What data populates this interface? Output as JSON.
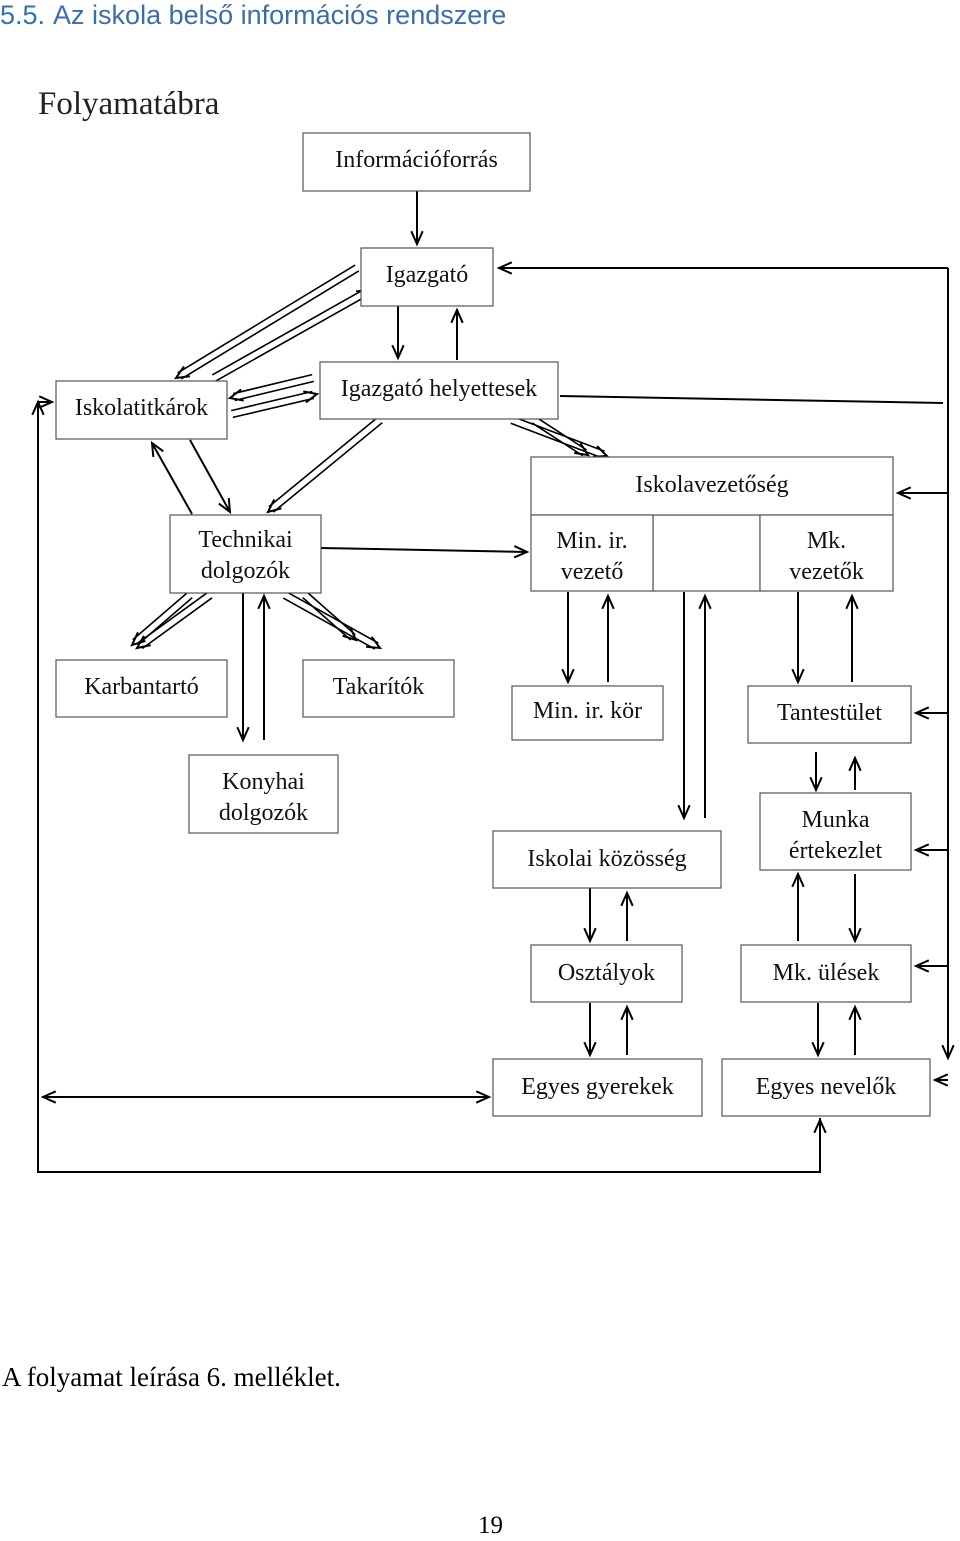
{
  "heading": {
    "number": "5.5.",
    "title": "Az iskola belső információs rendszere"
  },
  "subheading": "Folyamatábra",
  "footnote": "A folyamat leírása 6. melléklet.",
  "page_number": "19",
  "nodes": {
    "informacioforras": [
      "Információforrás"
    ],
    "igazgato": [
      "Igazgató"
    ],
    "iskolatitkarok": [
      "Iskolatitkárok"
    ],
    "igazgato_helyettesek": [
      "Igazgató helyettesek"
    ],
    "iskolavezetoseg": [
      "Iskolavezetőség"
    ],
    "technikai_dolgozok": [
      "Technikai",
      "dolgozók"
    ],
    "min_ir_vezeto": [
      "Min. ir.",
      "vezető"
    ],
    "mk_vezetok": [
      "Mk.",
      "vezetők"
    ],
    "karbantarto": [
      "Karbantartó"
    ],
    "takaritok": [
      "Takarítók"
    ],
    "min_ir_kor": [
      "Min. ir. kör"
    ],
    "tantestulet": [
      "Tantestület"
    ],
    "konyhai_dolgozok": [
      "Konyhai",
      "dolgozók"
    ],
    "iskolai_kozosseg": [
      "Iskolai közösség"
    ],
    "munka_ertekezlet": [
      "Munka",
      "értekezlet"
    ],
    "osztalyok": [
      "Osztályok"
    ],
    "mk_ulesek": [
      "Mk. ülések"
    ],
    "egyes_gyerekek": [
      "Egyes gyerekek"
    ],
    "egyes_nevelok": [
      "Egyes nevelők"
    ]
  }
}
